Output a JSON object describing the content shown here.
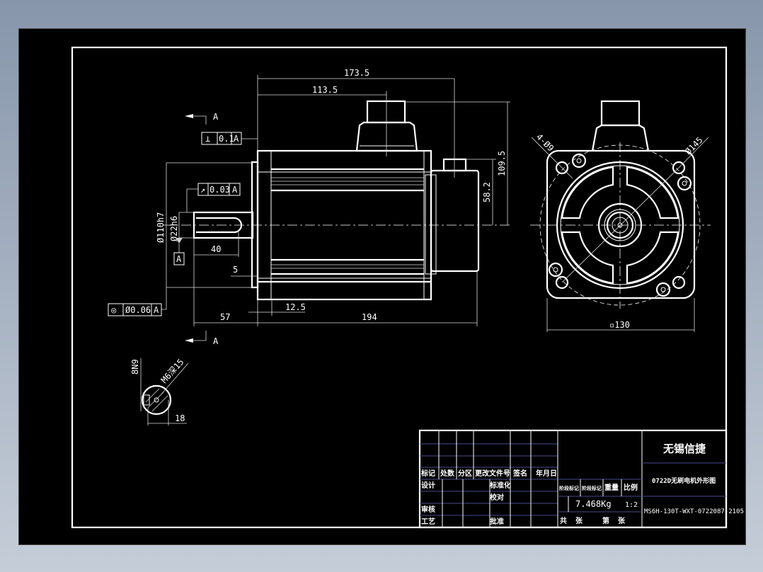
{
  "drawing": {
    "dimensions": {
      "overall_top": "173.5",
      "connector_pos": "113.5",
      "height_total": "109.5",
      "height_encoder": "58.2",
      "length_body": "194",
      "shaft_length": "57",
      "flange_thick": "12.5",
      "key_length": "40",
      "key_offset": "5",
      "pilot_dia": "Ø110h7",
      "shaft_dia": "Ø22h6",
      "bolt_holes": "4-Ø9",
      "pcd": "Ø145",
      "square": "▫130",
      "key_width": "8N9",
      "tap": "M6深15",
      "key_depth": "18"
    },
    "tolerances": {
      "perpendicularity": {
        "symbol": "⊥",
        "value": "0.1",
        "datum": "A"
      },
      "runout": {
        "symbol": "↗",
        "value": "0.03",
        "datum": "A"
      },
      "concentricity": {
        "symbol": "◎",
        "value": "Ø0.06",
        "datum": "A"
      },
      "datum_label": "A"
    },
    "section_label": "A"
  },
  "title_block": {
    "company": "无锡信捷",
    "drawing_name": "0722D无刷电机外形图",
    "drawing_number": "MS6H-130T-WXT-0722087-2105",
    "weight": "7.468Kg",
    "scale": "1:2",
    "headers": [
      "标记",
      "处数",
      "分区",
      "更改文件号",
      "签名",
      "年月日"
    ],
    "stage_mark": "阶段标记",
    "weight_label": "重量",
    "scale_label": "比例",
    "sheets_total": "共  张",
    "sheet_no": "第  张",
    "roles": {
      "design": "设计",
      "standardize": "标准化",
      "check": "校对",
      "review": "审核",
      "process": "工艺",
      "approve": "批准"
    }
  },
  "colors": {
    "background": "#000000",
    "lines": "#ffffff",
    "grid": "#4a4a90",
    "window": "#8796ab"
  }
}
